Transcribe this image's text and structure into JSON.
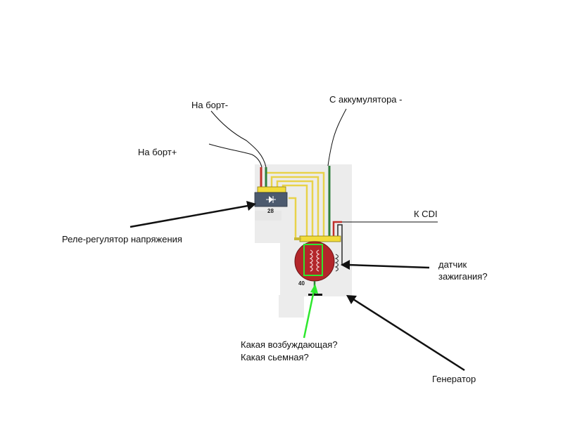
{
  "labels": {
    "board_minus": "На борт-",
    "board_plus": "На борт+",
    "battery_minus": "С аккумулятора -",
    "to_cdi": "К CDI",
    "regulator": "Реле-регулятор напряжения",
    "ignition_sensor_line1": "датчик",
    "ignition_sensor_line2": "зажигания?",
    "question_line1": "Какая возбуждающая?",
    "question_line2": "Какая сьемная?",
    "generator": "Генератор"
  },
  "part_numbers": {
    "regulator": "28",
    "generator": "40"
  },
  "colors": {
    "wire_yellow": "#e8d24a",
    "wire_green": "#2e7d3a",
    "wire_red": "#c0302a",
    "rotor_red": "#b3262a",
    "coil_green_highlight": "#2ee82e",
    "connector_yellow": "#f2dc3a",
    "regulator_body": "#4c5a6e",
    "scan_bg": "#ececec"
  }
}
